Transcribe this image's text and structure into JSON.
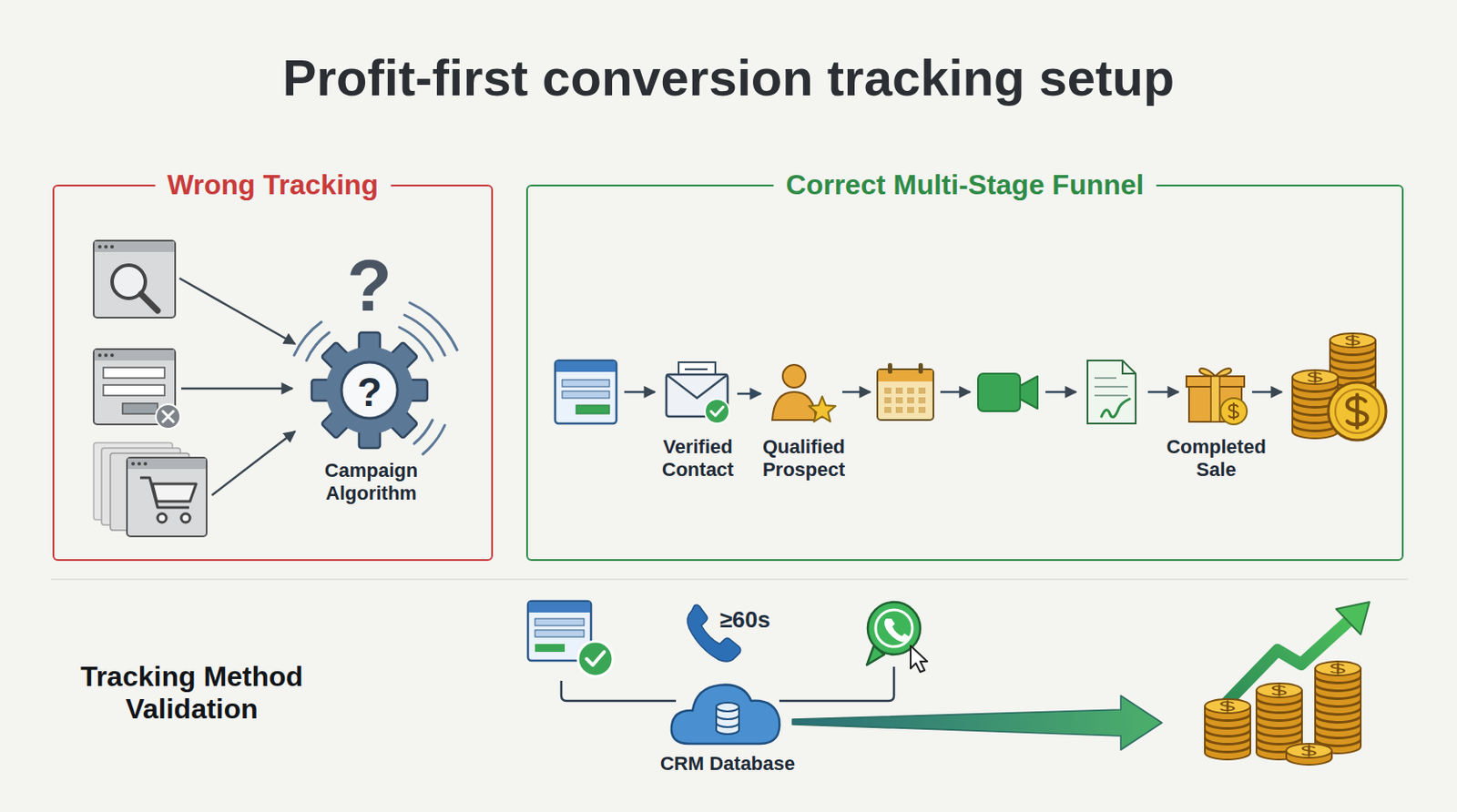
{
  "diagram": {
    "title": "Profit-first conversion tracking setup",
    "nodes": [
      {
        "text": [
          "Wrong Tracking"
        ]
      },
      {
        "text": [
          "Campaign Algorithm"
        ],
        "in": 0
      },
      {
        "text": [
          "Correct Multi-Stage Funnel"
        ]
      },
      {
        "text": [
          "Verified Contact"
        ],
        "in": 2
      },
      {
        "text": [
          "Qualified Prospect"
        ],
        "in": 2
      },
      {
        "text": [
          "Completed Sale"
        ],
        "in": 2
      },
      {
        "text": [
          "CRM Database"
        ]
      }
    ],
    "edges": [
      {
        "from": 3,
        "to": 4,
        "arrow": "to"
      }
    ],
    "labels": [
      "?",
      "?",
      "Tracking Method Validation",
      "≥60s"
    ]
  }
}
